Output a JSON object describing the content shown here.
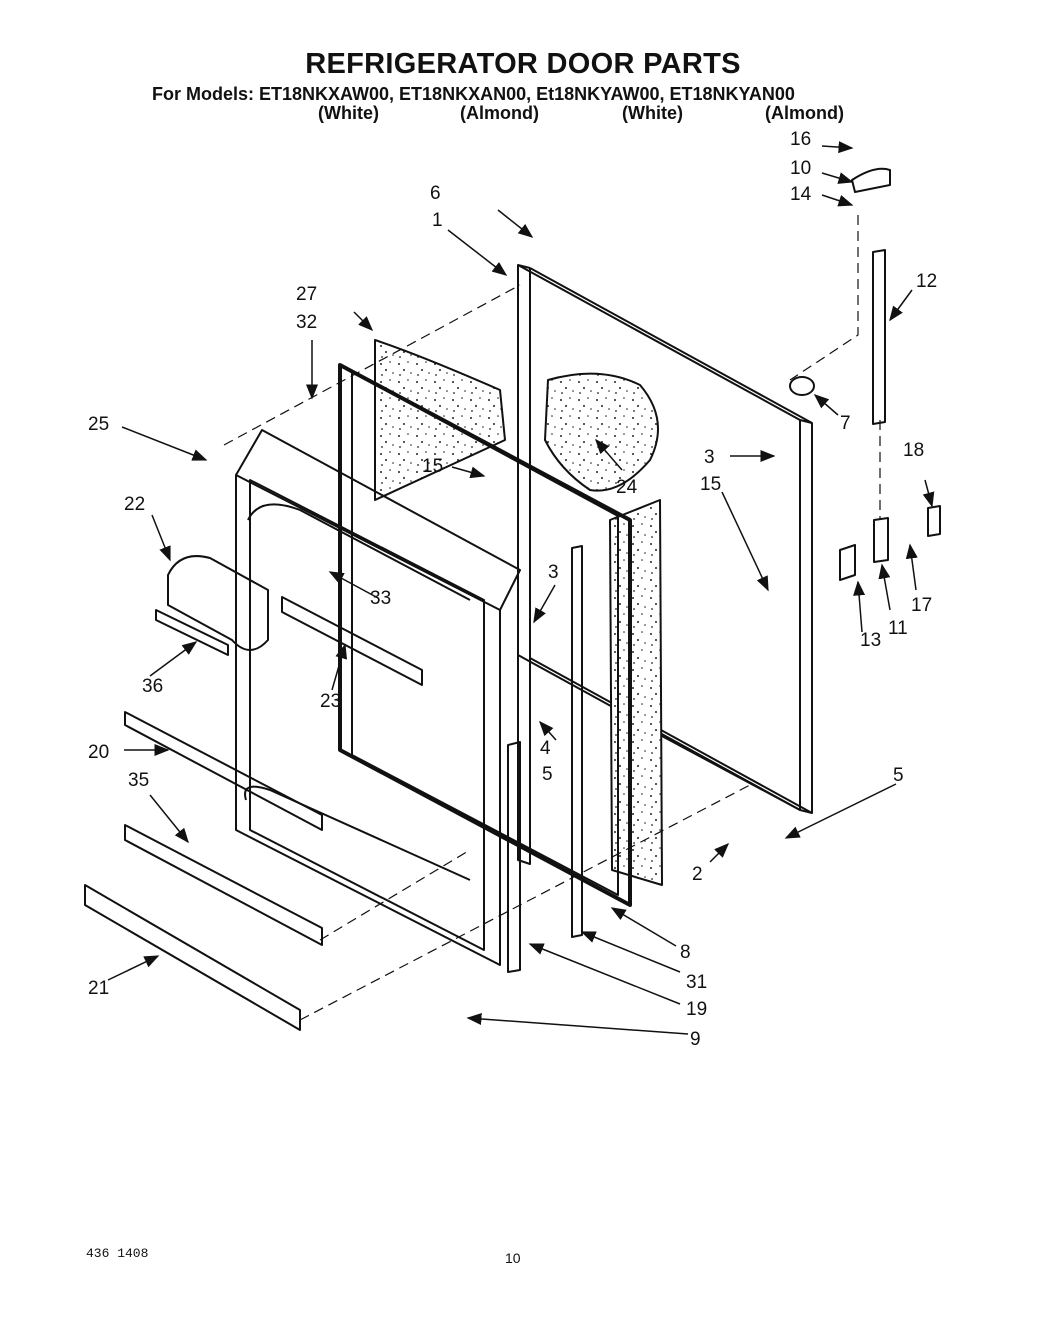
{
  "header": {
    "title": "REFRIGERATOR DOOR PARTS",
    "models_line": "For Models: ET18NKXAW00, ET18NKXAN00, Et18NKYAW00, ET18NKYAN00",
    "colors": [
      "(White)",
      "(Almond)",
      "(White)",
      "(Almond)"
    ]
  },
  "callouts": [
    "16",
    "10",
    "14",
    "6",
    "1",
    "12",
    "27",
    "32",
    "7",
    "25",
    "3",
    "18",
    "15",
    "24",
    "15",
    "22",
    "3",
    "33",
    "13",
    "11",
    "17",
    "36",
    "23",
    "4",
    "5",
    "20",
    "35",
    "5",
    "2",
    "8",
    "31",
    "21",
    "19",
    "9"
  ],
  "footer": {
    "doc_number": "436 1408",
    "page_number": "10"
  }
}
